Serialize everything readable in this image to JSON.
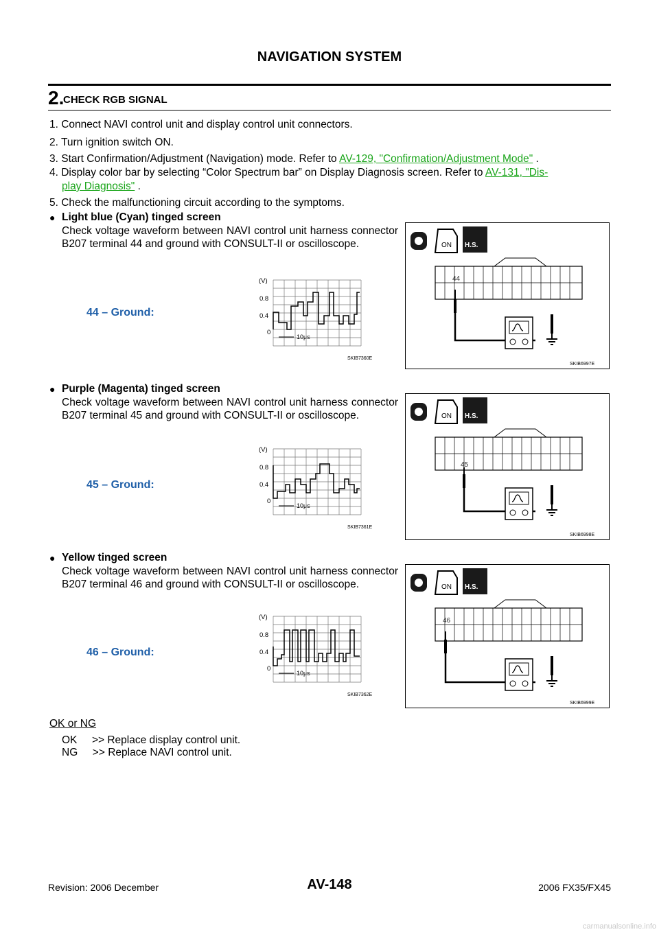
{
  "header": {
    "title": "NAVIGATION SYSTEM"
  },
  "section": {
    "number": "2.",
    "title": "CHECK RGB SIGNAL"
  },
  "steps": {
    "s1": "1. Connect NAVI control unit and display control unit connectors.",
    "s2": "2. Turn ignition switch ON.",
    "s3_pre": "3. Start Confirmation/Adjustment (Navigation) mode. Refer to ",
    "s3_link": "AV-129, \"Confirmation/Adjustment Mode\"",
    "s3_post": " .",
    "s4_pre": "4. Display color bar by selecting “Color Spectrum bar” on Display Diagnosis screen. Refer to ",
    "s4_link1": "AV-131, \"Dis-",
    "s4_link2": "play Diagnosis\"",
    "s4_post": " .",
    "s5": "5. Check the malfunctioning circuit according to the symptoms."
  },
  "checks": [
    {
      "title": "Light blue (Cyan) tinged screen",
      "body": "Check voltage waveform between NAVI control unit harness connector B207 terminal 44 and ground with CONSULT-II or oscilloscope.",
      "ground_label": "44 – Ground:",
      "terminal": "44",
      "scope_code": "SKIB7360E",
      "diagram_code": "SKIB6997E"
    },
    {
      "title": "Purple (Magenta) tinged screen",
      "body": "Check voltage waveform between NAVI control unit harness connector B207 terminal 45 and ground with CONSULT-II or oscilloscope.",
      "ground_label": "45 – Ground:",
      "terminal": "45",
      "scope_code": "SKIB7361E",
      "diagram_code": "SKIB6998E"
    },
    {
      "title": "Yellow tinged screen",
      "body": "Check voltage waveform between NAVI control unit harness connector B207 terminal 46 and ground with CONSULT-II or oscilloscope.",
      "ground_label": "46 – Ground:",
      "terminal": "46",
      "scope_code": "SKIB7362E",
      "diagram_code": "SKIB6999E"
    }
  ],
  "scope": {
    "unit": "(V)",
    "y_high": "0.8",
    "y_mid": "0.4",
    "y_zero": "0",
    "time_div": "10μs"
  },
  "diagram": {
    "ign_label": "ON",
    "hs_label": "H.S."
  },
  "result": {
    "heading": "OK or NG",
    "ok_key": "OK",
    "ok_text": ">> Replace display control unit.",
    "ng_key": "NG",
    "ng_text": ">> Replace NAVI control unit."
  },
  "footer": {
    "revision": "Revision: 2006 December",
    "page_no": "AV-148",
    "model": "2006 FX35/FX45"
  },
  "watermark": "carmanualsonline.info"
}
